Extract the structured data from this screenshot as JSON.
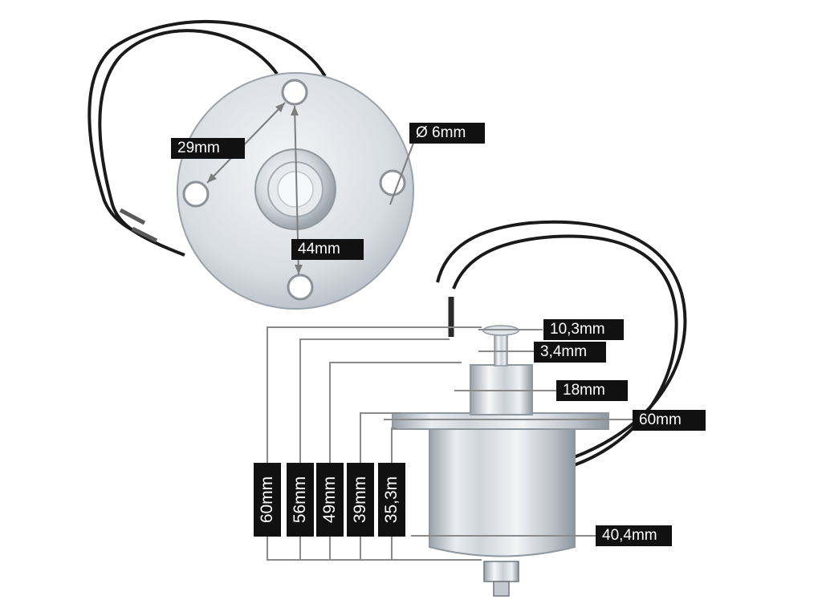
{
  "colors": {
    "label_bg": "#111111",
    "label_text": "#ffffff",
    "dimension_line": "#8a8a8a",
    "wire": "#1a1a1a",
    "metal_light": "#eef1f4",
    "metal_dark": "#a9b0b8"
  },
  "top_view": {
    "dim_bolt_spacing": "29mm",
    "dim_hole_diameter": "Ø 6mm",
    "dim_flange_diameter": "44mm"
  },
  "side_view": {
    "dim_cap_width": "10,3mm",
    "dim_pin_diameter": "3,4mm",
    "dim_plunger_diameter": "18mm",
    "dim_flange_width": "60mm",
    "dim_body_diameter": "40,4mm",
    "dim_total_height": "60mm",
    "dim_height_56": "56mm",
    "dim_height_49": "49mm",
    "dim_height_39": "39mm",
    "dim_height_35": "35,3m"
  }
}
